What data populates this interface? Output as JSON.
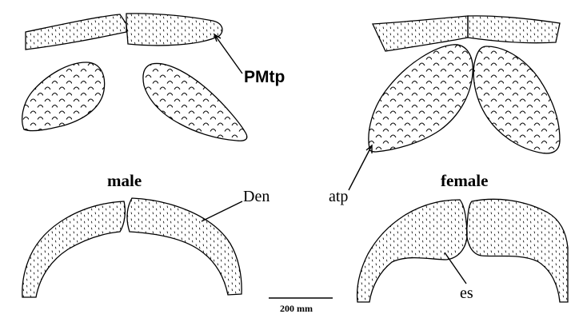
{
  "labels": {
    "pmtp": "PMtp",
    "male": "male",
    "female": "female",
    "atp": "atp",
    "den": "Den",
    "es": "es",
    "scale_bar": "200 mm"
  },
  "colors": {
    "outline": "#000000",
    "background": "#ffffff"
  }
}
